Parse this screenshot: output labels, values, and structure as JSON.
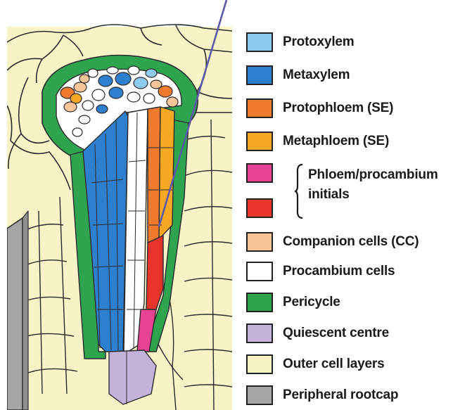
{
  "colors": {
    "protoxylem": "#8ec9ef",
    "metaxylem": "#2e7fce",
    "protophloem": "#f07a2e",
    "metaphloem": "#f7a822",
    "phloem_initial_pink": "#e64393",
    "phloem_initial_red": "#e8342b",
    "companion": "#f7c598",
    "procambium": "#ffffff",
    "pericycle": "#2ea44f",
    "quiescent": "#c3b2d9",
    "outer": "#f8f3c6",
    "rootcap": "#a5a5a5",
    "cell_wall": "#2b2b2b",
    "pointer_line": "#5a5aa8"
  },
  "legend": {
    "protoxylem": "Protoxylem",
    "metaxylem": "Metaxylem",
    "protophloem": "Protophloem (SE)",
    "metaphloem": "Metaphloem (SE)",
    "initials_line1": "Phloem/procambium",
    "initials_line2": "initials",
    "companion": "Companion cells (CC)",
    "procambium": "Procambium cells",
    "pericycle": "Pericycle",
    "quiescent": "Quiescent centre",
    "outer": "Outer cell layers",
    "rootcap": "Peripheral rootcap"
  }
}
